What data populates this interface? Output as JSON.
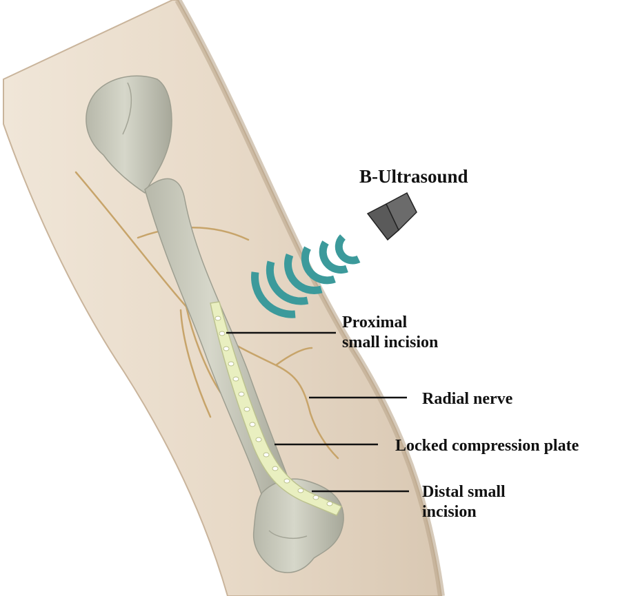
{
  "labels": {
    "probe": "B-Ultrasound",
    "proximal_line1": "Proximal",
    "proximal_line2": "small incision",
    "radial_nerve": "Radial nerve",
    "plate": "Locked compression plate",
    "distal_line1": "Distal small",
    "distal_line2": "incision"
  },
  "colors": {
    "skin": "#e6d9c8",
    "skin_edge": "#c9b49b",
    "bone": "#cfd0c2",
    "bone_shade": "#a9aa9c",
    "plate": "#e9efc0",
    "plate_hole": "#ffffff",
    "nerve": "#c7a46a",
    "wave": "#3c9a9b",
    "probe": "#5a5a5a",
    "leader": "#111111"
  }
}
